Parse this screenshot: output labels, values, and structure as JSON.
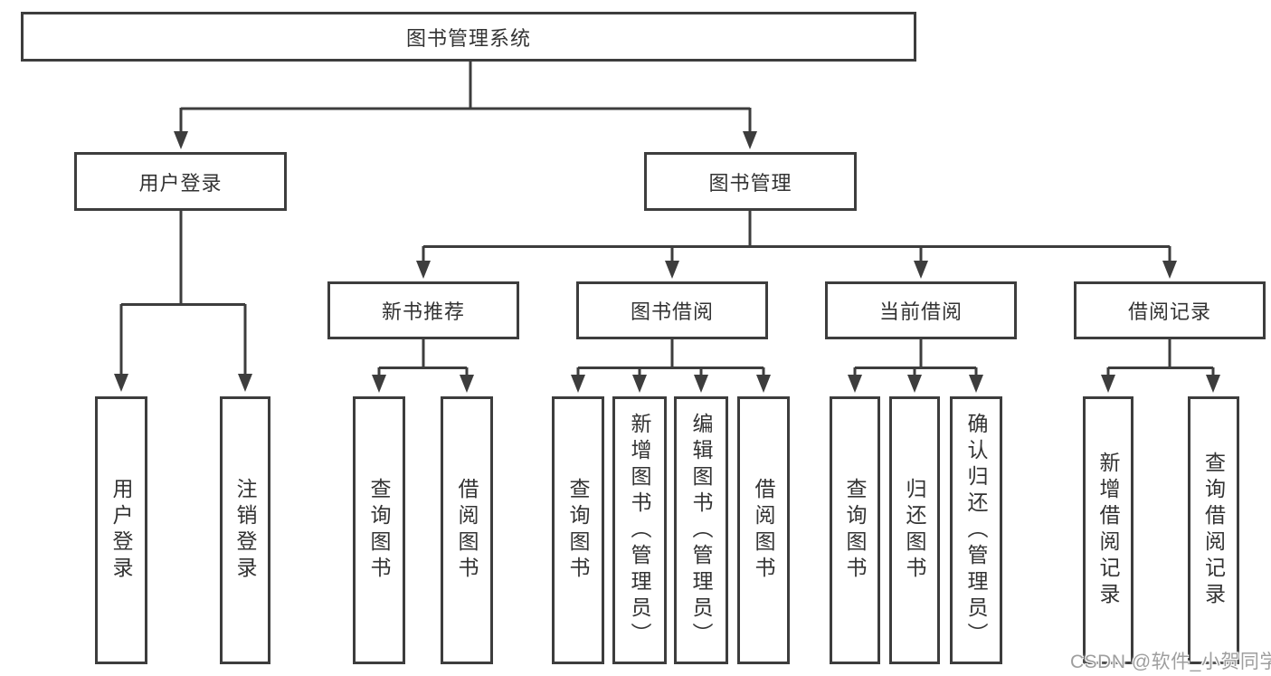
{
  "diagram": {
    "title": "图书管理系统",
    "root": {
      "label": "图书管理系统"
    },
    "children": [
      {
        "label": "用户登录",
        "children": [
          {
            "label": "用户登录"
          },
          {
            "label": "注销登录"
          }
        ]
      },
      {
        "label": "图书管理",
        "children": [
          {
            "label": "新书推荐",
            "children": [
              {
                "label": "查询图书"
              },
              {
                "label": "借阅图书"
              }
            ]
          },
          {
            "label": "图书借阅",
            "children": [
              {
                "label": "查询图书"
              },
              {
                "label": "新增图书（管理员）"
              },
              {
                "label": "编辑图书（管理员）"
              },
              {
                "label": "借阅图书"
              }
            ]
          },
          {
            "label": "当前借阅",
            "children": [
              {
                "label": "查询图书"
              },
              {
                "label": "归还图书"
              },
              {
                "label": "确认归还（管理员）"
              }
            ]
          },
          {
            "label": "借阅记录",
            "children": [
              {
                "label": "新增借阅记录"
              },
              {
                "label": "查询借阅记录"
              }
            ]
          }
        ]
      }
    ]
  },
  "watermark": {
    "text": "CSDN @软件_小贺同学"
  },
  "colors": {
    "line": "#3d3d3d",
    "text": "#333333",
    "box_fill": "#ffffff",
    "watermark": "#9e9e9e"
  }
}
